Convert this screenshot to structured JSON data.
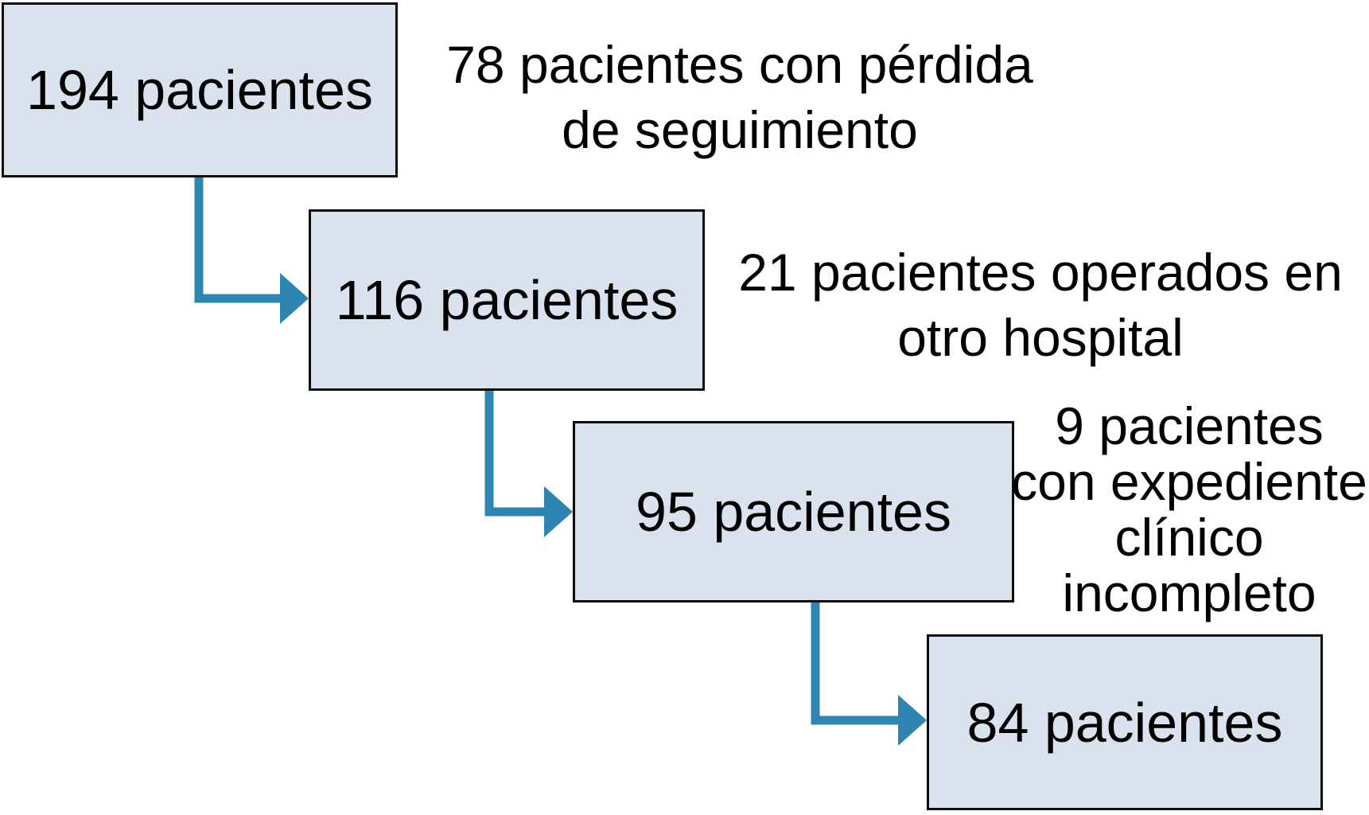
{
  "colors": {
    "background": "#ffffff",
    "box_fill": "#dae2ee",
    "box_border": "#0d0d0d",
    "text": "#000000",
    "arrow": "#2e85b2"
  },
  "flowchart": {
    "boxes": [
      {
        "label": "194 pacientes"
      },
      {
        "label": "116 pacientes"
      },
      {
        "label": "95 pacientes"
      },
      {
        "label": "84 pacientes"
      }
    ],
    "exclusions": [
      {
        "text": "78 pacientes con pérdida\nde seguimiento"
      },
      {
        "text": "21 pacientes operados en\notro hospital"
      },
      {
        "text": "9 pacientes\ncon expediente\nclínico\nincompleto"
      }
    ]
  }
}
